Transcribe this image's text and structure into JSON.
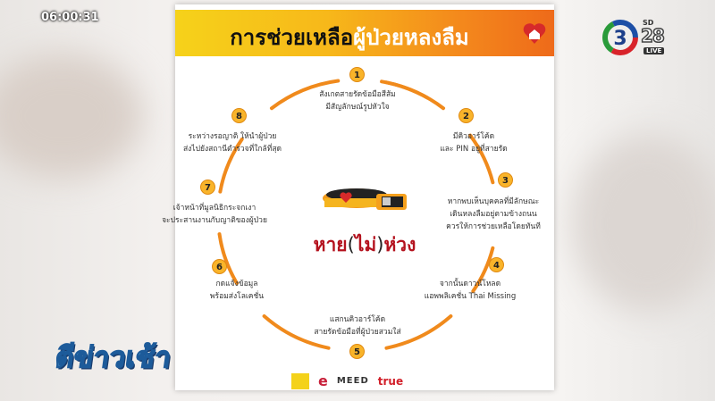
{
  "broadcast": {
    "clock": "06:00:31",
    "channel": {
      "logo_number": "3",
      "sd_label": "SD",
      "channel_number": "28",
      "live_label": "LIVE"
    },
    "show_logo": "ตีข่าวเช้า"
  },
  "infographic": {
    "title_part1": "การช่วยเหลือ",
    "title_part2": "ผู้ป่วยหลงลืม",
    "tagline": {
      "word1": "หาย",
      "paren_open": "(",
      "word2": "ไม่",
      "paren_close": ")",
      "word3": "ห่วง"
    },
    "steps": [
      {
        "number": "1",
        "lines": [
          "สังเกตสายรัดข้อมือสีส้ม",
          "มีสัญลักษณ์รูปหัวใจ"
        ]
      },
      {
        "number": "2",
        "lines": [
          "มีคิวอาร์โค้ด",
          "และ PIN อยู่ที่สายรัด"
        ]
      },
      {
        "number": "3",
        "lines": [
          "หากพบเห็นบุคคลที่มีลักษณะ",
          "เดินหลงลืมอยู่ตามข้างถนน",
          "ควรให้การช่วยเหลือโดยทันที"
        ]
      },
      {
        "number": "4",
        "lines": [
          "จากนั้นดาวน์โหลด",
          "แอพพลิเคชั่น Thai Missing"
        ]
      },
      {
        "number": "5",
        "lines": [
          "แสกนคิวอาร์โค้ด",
          "สายรัดข้อมือที่ผู้ป่วยสวมใส่"
        ]
      },
      {
        "number": "6",
        "lines": [
          "กดแจ้งข้อมูล",
          "พร้อมส่งโลเคชั่น"
        ]
      },
      {
        "number": "7",
        "lines": [
          "เจ้าหน้าที่มูลนิธิกระจกเงา",
          "จะประสานงานกับญาติของผู้ป่วย"
        ]
      },
      {
        "number": "8",
        "lines": [
          "ระหว่างรอญาติ ให้นำผู้ป่วย",
          "ส่งไปยังสถานีตำรวจที่ใกล้ที่สุด"
        ]
      }
    ],
    "sponsors": [
      "MEED",
      "true"
    ],
    "colors": {
      "accent_orange": "#f08a1c",
      "badge": "#f9b42a",
      "tagline_red": "#b4121e",
      "header_yellow": "#f6d21a"
    }
  }
}
